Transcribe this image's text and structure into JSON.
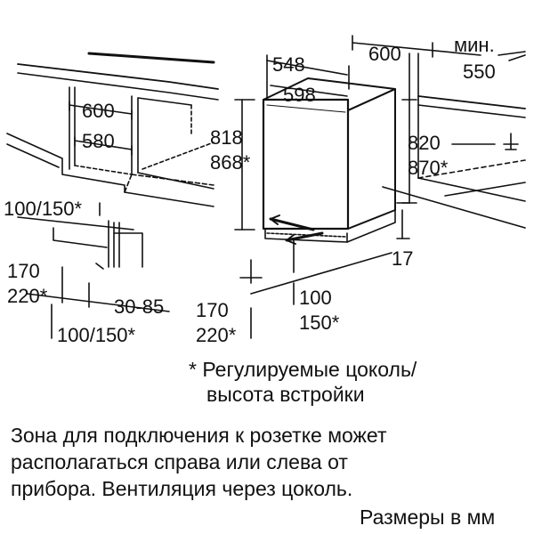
{
  "dimensions": {
    "niche_width": "600",
    "niche_inner": "580",
    "plinth_top_left": "100/150*",
    "plinth_height_left_a": "170",
    "plinth_height_left_b": "220*",
    "plinth_depth_range": "30-85",
    "plinth_bottom_left": "100/150*",
    "unit_depth": "548",
    "unit_width": "598",
    "niche_width_right": "600",
    "min_label": "мин.",
    "min_depth": "550",
    "unit_height_a": "818",
    "unit_height_b": "868*",
    "niche_height_a": "820",
    "niche_height_b": "870*",
    "gap": "17",
    "plinth_height_mid_a": "170",
    "plinth_height_mid_b": "220*",
    "vent_a": "100",
    "vent_b": "150*"
  },
  "notes": {
    "footnote_line1": "* Регулируемые цоколь/",
    "footnote_line2": "высота встройки",
    "description_line1": "Зона для подключения к розетке может",
    "description_line2": "располагаться справа или слева от",
    "description_line3": "прибора. Вентиляция через цоколь.",
    "units": "Размеры в мм"
  }
}
